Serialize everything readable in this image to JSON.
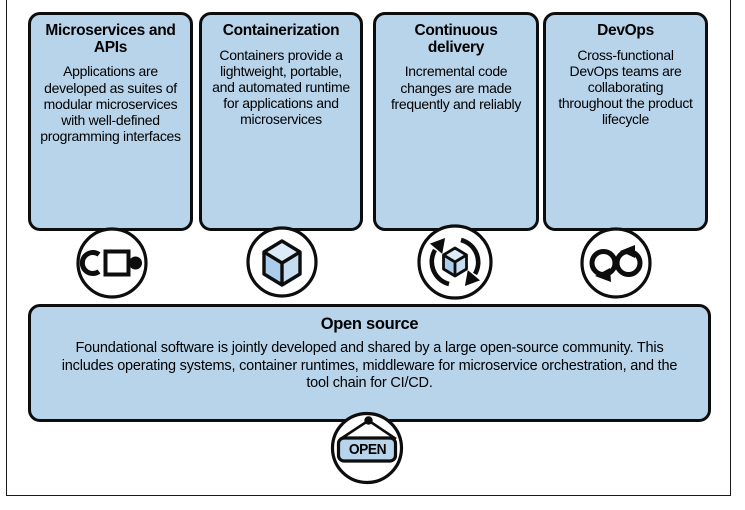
{
  "figure": {
    "type": "concept-diagram",
    "topic": "Cloud-native technology pillars"
  },
  "colors": {
    "card_fill": "#b8d4ea",
    "outline": "#0d0d0d",
    "frame": "#1a1a1a",
    "cube_top": "#dcebf7",
    "cube_left": "#a9cdea",
    "cube_right": "#c5dcf1",
    "text": "#000000"
  },
  "cards": [
    {
      "title": "Microservices and APIs",
      "body": "Applications are developed as suites of modular microservices with well-defined programming interfaces",
      "icon": "api-connector-icon"
    },
    {
      "title": "Containerization",
      "body": "Containers provide a lightweight, portable, and automated runtime for applications and microservices",
      "icon": "container-cube-icon"
    },
    {
      "title": "Continuous delivery",
      "body": "Incremental code changes are made frequently and reliably",
      "icon": "cycle-cube-icon"
    },
    {
      "title": "DevOps",
      "body": "Cross-functional DevOps teams are collaborating throughout the product lifecycle",
      "icon": "devops-infinity-icon"
    }
  ],
  "open_source": {
    "title": "Open source",
    "body": "Foundational software is jointly developed and shared by a large open-source community. This includes operating systems, container runtimes, middleware for microservice orchestration, and the tool chain for CI/CD.",
    "icon": "open-sign-icon",
    "sign_label": "OPEN"
  }
}
